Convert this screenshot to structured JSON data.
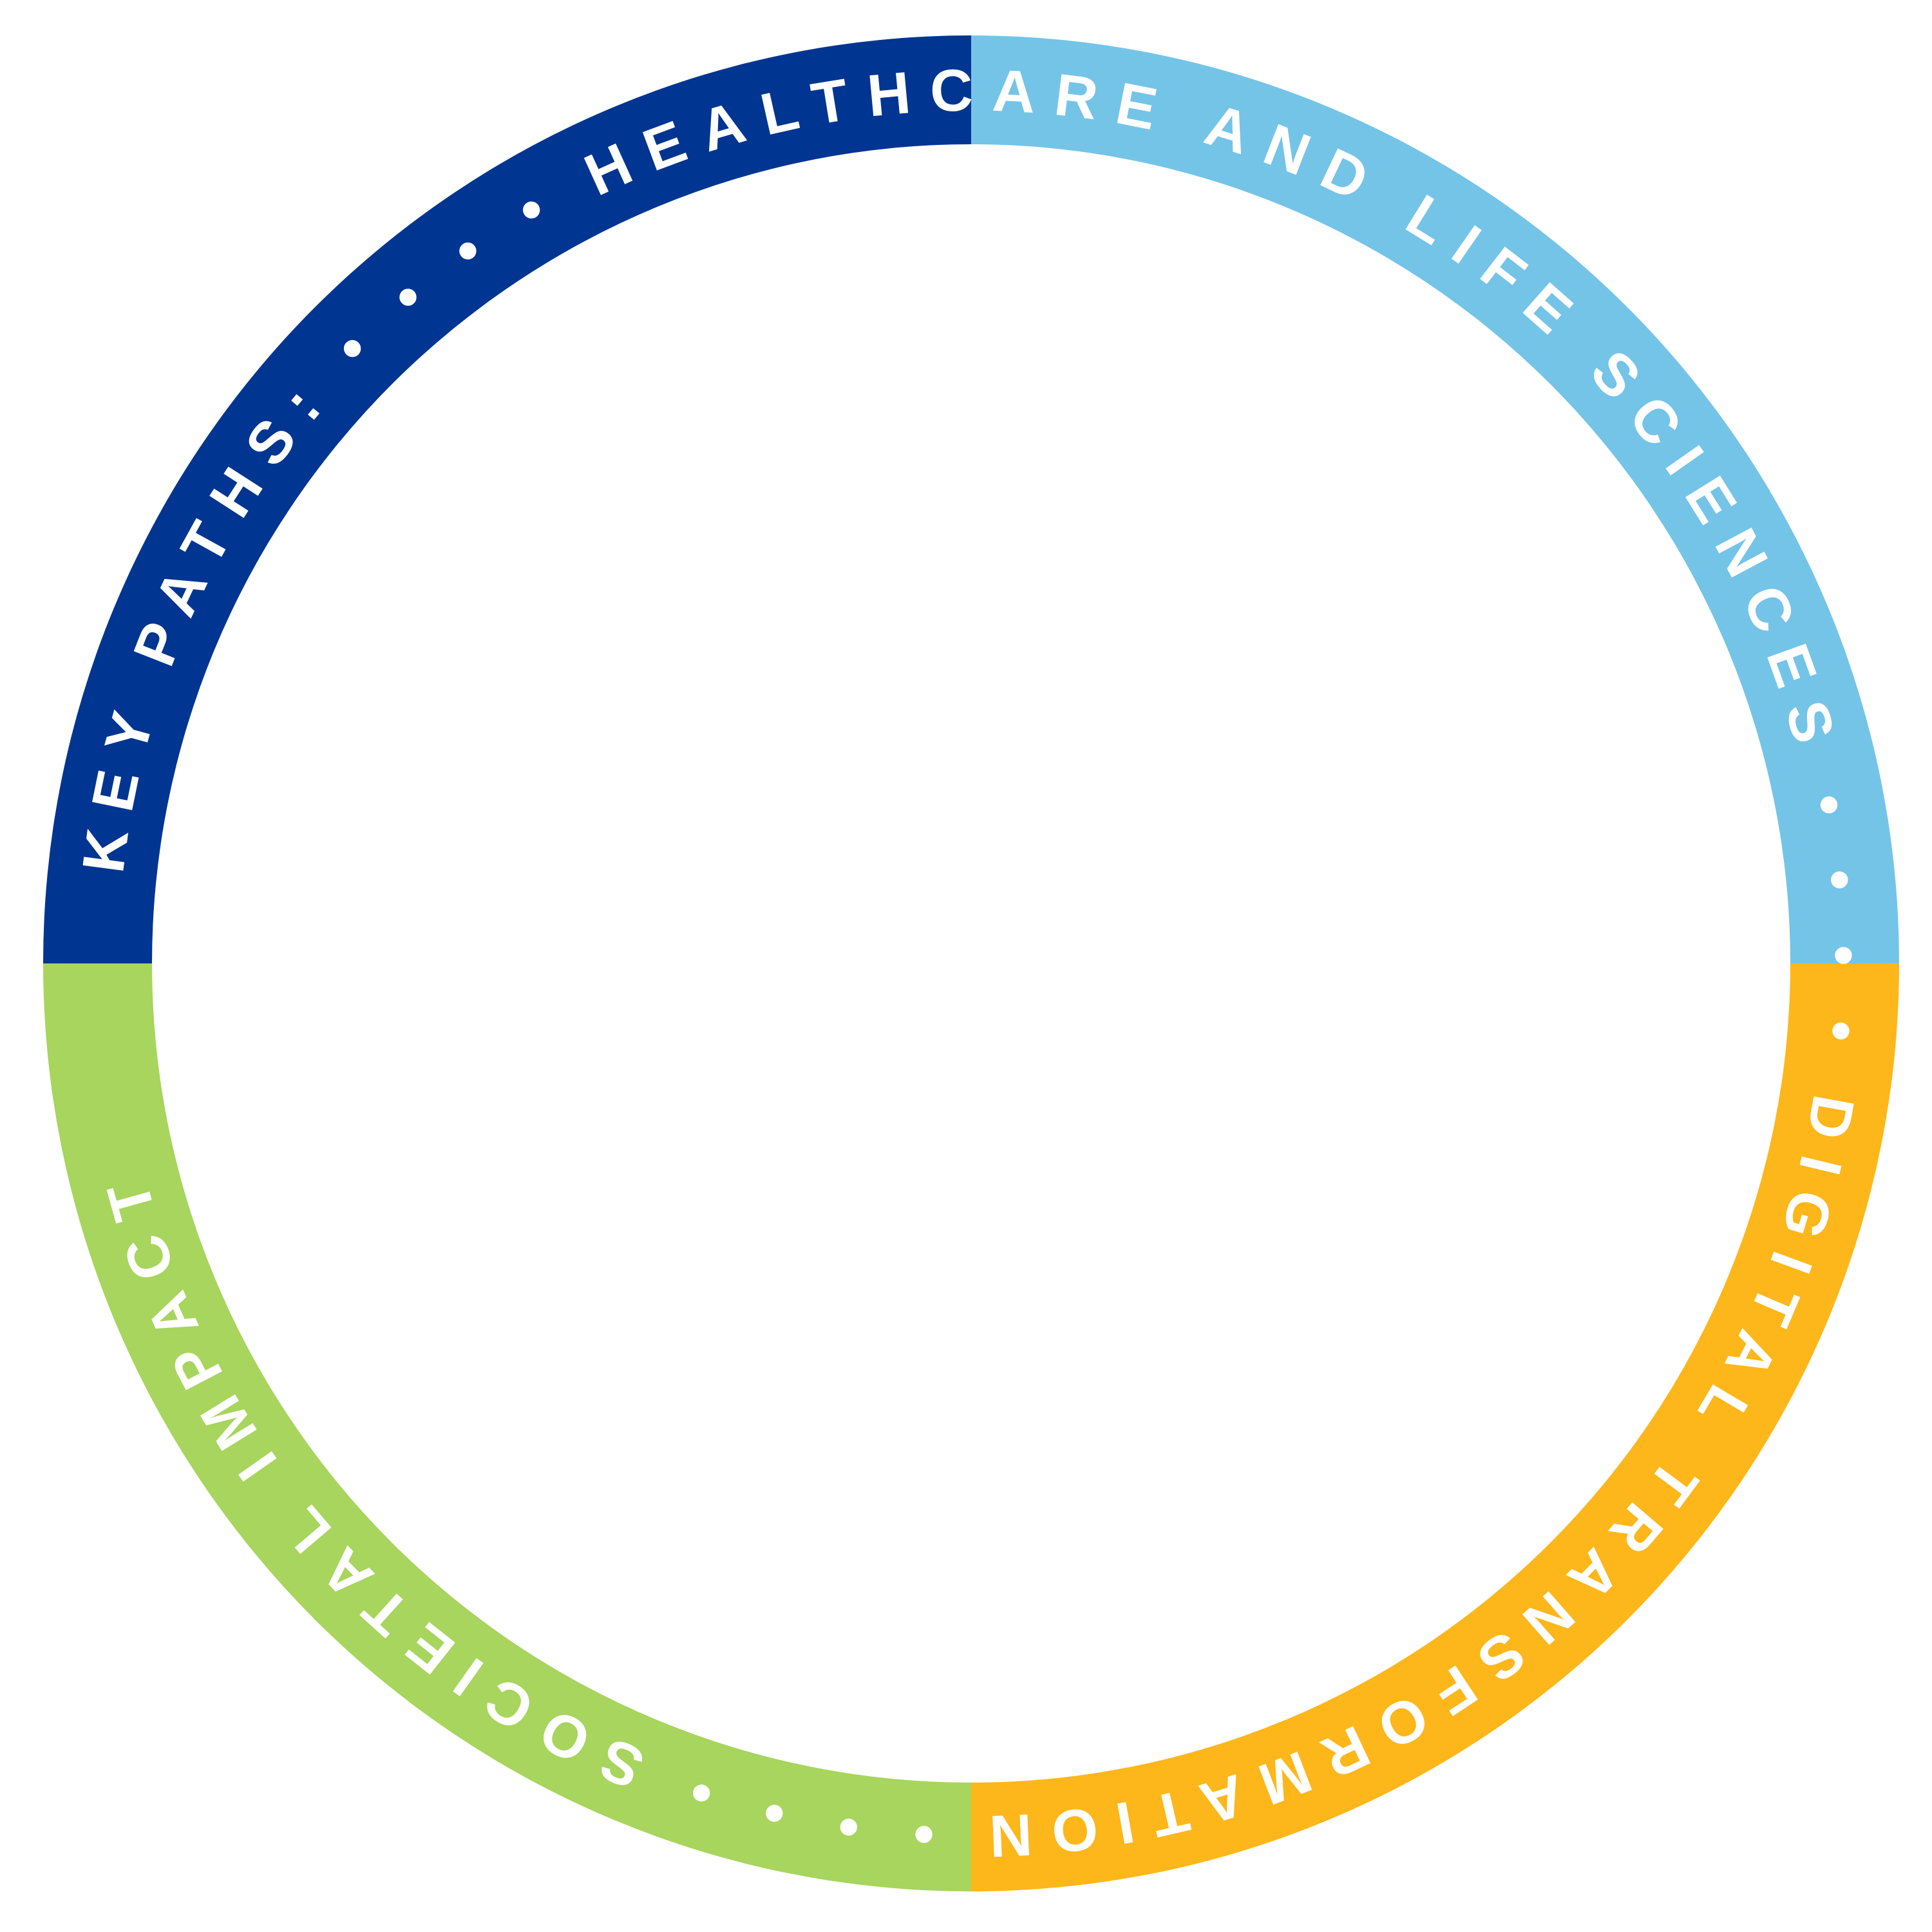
{
  "ring": {
    "segments": {
      "intro": "KEY PATHS:",
      "sep1": " • • • • ",
      "path1": "HEALTHCARE AND LIFE SCIENCES",
      "sep2": " • • • • ",
      "path2": "DIGITAL TRANSFORMATION",
      "sep3": " • • • • ",
      "path3": "SOCIETAL IMPACT"
    },
    "colors": {
      "top_left": "#003591",
      "top_right": "#74C4E8",
      "bottom_right": "#FDB71A",
      "bottom_left": "#A7D55D",
      "text": "#FFFFFF"
    }
  }
}
